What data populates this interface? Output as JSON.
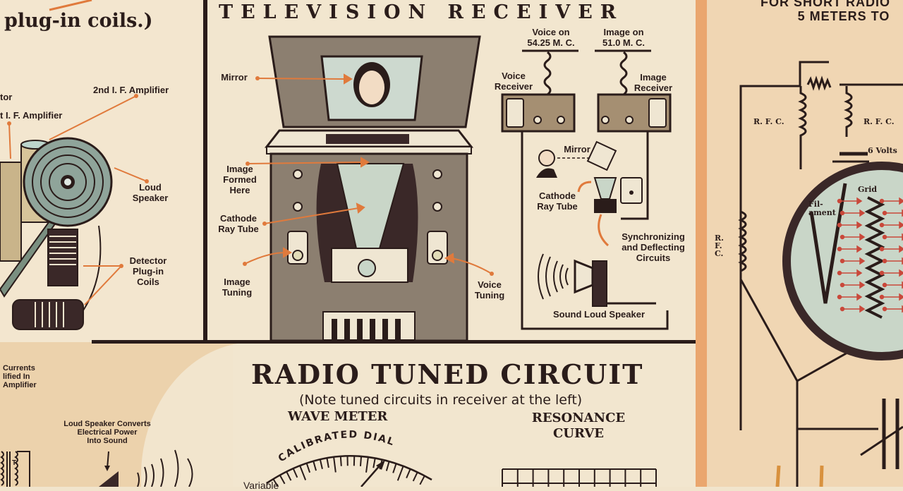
{
  "page": {
    "title": "Television Receiver / Radio Tuned Circuit illustration"
  },
  "left_panel": {
    "title_fragment": "plug-in coils.)",
    "labels": {
      "detector_partial": "tor",
      "first_if": "t I. F. Amplifier",
      "second_if": "2nd I. F. Amplifier",
      "loud_speaker": "Loud\nSpeaker",
      "detector_coils": "Detector\nPlug-in\nCoils",
      "currents": "Currents\nlified In\nAmplifier",
      "speaker_converts": "Loud Speaker Converts\nElectrical Power\nInto Sound",
      "transformer_mark": "T"
    }
  },
  "tv_panel": {
    "title": "TELEVISION RECEIVER",
    "labels": {
      "mirror": "Mirror",
      "image_formed": "Image\nFormed\nHere",
      "cathode_ray_tube": "Cathode\nRay Tube",
      "image_tuning": "Image\nTuning",
      "voice_tuning": "Voice\nTuning"
    },
    "schematic": {
      "voice_freq": "Voice on\n54.25 M. C.",
      "image_freq": "Image on\n51.0 M. C.",
      "voice_receiver": "Voice\nReceiver",
      "image_receiver": "Image\nReceiver",
      "mirror": "Mirror",
      "cathode_ray_tube": "Cathode\nRay Tube",
      "sync_circuits": "Synchronizing\nand Deflecting\nCircuits",
      "sound_speaker": "Sound Loud Speaker"
    }
  },
  "bottom_panel": {
    "title": "RADIO TUNED CIRCUIT",
    "subtitle": "(Note tuned circuits in receiver at the left)",
    "wave_meter": "WAVE METER",
    "dial_label": "CALIBRATED DIAL",
    "resonance": "RESONANCE\nCURVE",
    "variable_partial": "Variable"
  },
  "right_panel": {
    "title_line1": "FOR SHORT RADIO",
    "title_line2": "5 METERS TO",
    "rfc_left": "R. F. C.",
    "rfc_right": "R. F. C.",
    "rfc_vertical": "R.\nF.\nC.",
    "volts": "6 Volts",
    "grid": "Grid",
    "filament": "Fil-\nament"
  },
  "colors": {
    "paper": "#f2e6cf",
    "ink": "#2a1c1a",
    "accent_orange": "#e07a3c",
    "tube_glass": "#c9d6c8",
    "right_panel": "#f0d6b3",
    "strip": "#eaa66e"
  }
}
